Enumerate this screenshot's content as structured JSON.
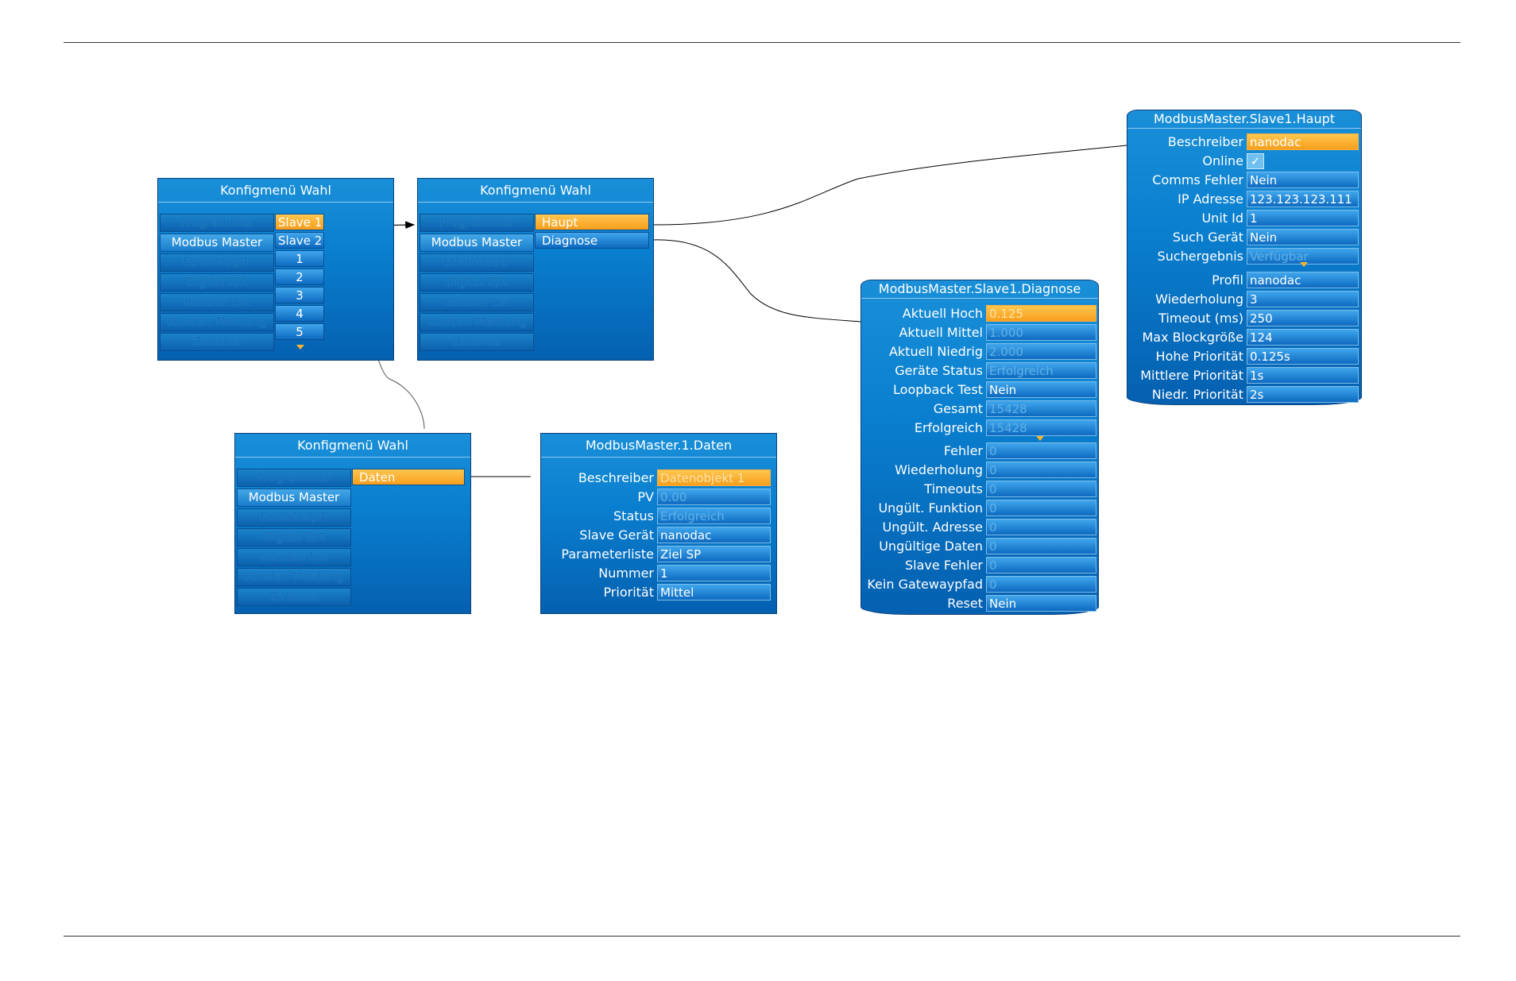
{
  "menu_panels": [
    {
      "title": "Konfigmenü Wahl",
      "items": [
        "Programmer",
        "Modbus Master",
        "EtherNet/IP",
        "Digital E/A",
        "Kunden Lin",
        "Kunden Meldung",
        "Zirkonia"
      ],
      "active_index": 1,
      "sub_items": [
        "Slave 1",
        "Slave 2",
        "1",
        "2",
        "3",
        "4",
        "5"
      ]
    },
    {
      "title": "Konfigmenü Wahl",
      "items": [
        "Programmer",
        "Modbus Master",
        "EtherNet/IP",
        "Digital E/A",
        "Kunden Lin",
        "Kunden Meldung",
        "Zirkonia"
      ],
      "active_index": 1,
      "sub_items": [
        "Haupt",
        "Diagnose"
      ]
    },
    {
      "title": "Konfigmenü Wahl",
      "items": [
        "Programmer",
        "Modbus Master",
        "EtherNet/IP",
        "Digital E/A",
        "Kunden Lin",
        "Kunden Meldung",
        "Zirkonia"
      ],
      "active_index": 1,
      "sub_items": [
        "Daten"
      ]
    }
  ],
  "daten_panel": {
    "title": "ModbusMaster.1.Daten",
    "rows": [
      {
        "label": "Beschreiber",
        "value": "Datenobjekt 1"
      },
      {
        "label": "PV",
        "value": "0.00"
      },
      {
        "label": "Status",
        "value": "Erfolgreich"
      },
      {
        "label": "Slave Gerät",
        "value": "nanodac"
      },
      {
        "label": "Parameterliste",
        "value": "Ziel SP"
      },
      {
        "label": "Nummer",
        "value": "1"
      },
      {
        "label": "Priorität",
        "value": "Mittel"
      }
    ]
  },
  "diagnose_panel": {
    "title": "ModbusMaster.Slave1.Diagnose",
    "rows": [
      {
        "label": "Aktuell Hoch",
        "value": "0.125"
      },
      {
        "label": "Aktuell Mittel",
        "value": "1.000"
      },
      {
        "label": "Aktuell Niedrig",
        "value": "2.000"
      },
      {
        "label": "Geräte Status",
        "value": "Erfolgreich"
      },
      {
        "label": "Loopback Test",
        "value": "Nein"
      },
      {
        "label": "Gesamt",
        "value": "15428"
      },
      {
        "label": "Erfolgreich",
        "value": "15428"
      },
      {
        "label": "Fehler",
        "value": "0"
      },
      {
        "label": "Wiederholung",
        "value": "0"
      },
      {
        "label": "Timeouts",
        "value": "0"
      },
      {
        "label": "Ungült. Funktion",
        "value": "0"
      },
      {
        "label": "Ungült. Adresse",
        "value": "0"
      },
      {
        "label": "Ungültige Daten",
        "value": "0"
      },
      {
        "label": "Slave Fehler",
        "value": "0"
      },
      {
        "label": "Kein Gatewaypfad",
        "value": "0"
      },
      {
        "label": "Reset",
        "value": "Nein"
      }
    ]
  },
  "haupt_panel": {
    "title": "ModbusMaster.Slave1.Haupt",
    "rows": [
      {
        "label": "Beschreiber",
        "value": "nanodac"
      },
      {
        "label": "Online",
        "value": "✓"
      },
      {
        "label": "Comms Fehler",
        "value": "Nein"
      },
      {
        "label": "IP Adresse",
        "value": "123.123.123.111"
      },
      {
        "label": "Unit Id",
        "value": "1"
      },
      {
        "label": "Such Gerät",
        "value": "Nein"
      },
      {
        "label": "Suchergebnis",
        "value": "Verfügbar"
      },
      {
        "label": "Profil",
        "value": "nanodac"
      },
      {
        "label": "Wiederholung",
        "value": "3"
      },
      {
        "label": "Timeout (ms)",
        "value": "250"
      },
      {
        "label": "Max Blockgröße",
        "value": "124"
      },
      {
        "label": "Hohe Priorität",
        "value": "0.125s"
      },
      {
        "label": "Mittlere Priorität",
        "value": "1s"
      },
      {
        "label": "Niedr. Priorität",
        "value": "2s"
      }
    ]
  },
  "colors": {
    "panel_blue": "#0a7fcf",
    "highlight_orange": "#f79e1d",
    "readonly_text": "#5fb1e8"
  }
}
